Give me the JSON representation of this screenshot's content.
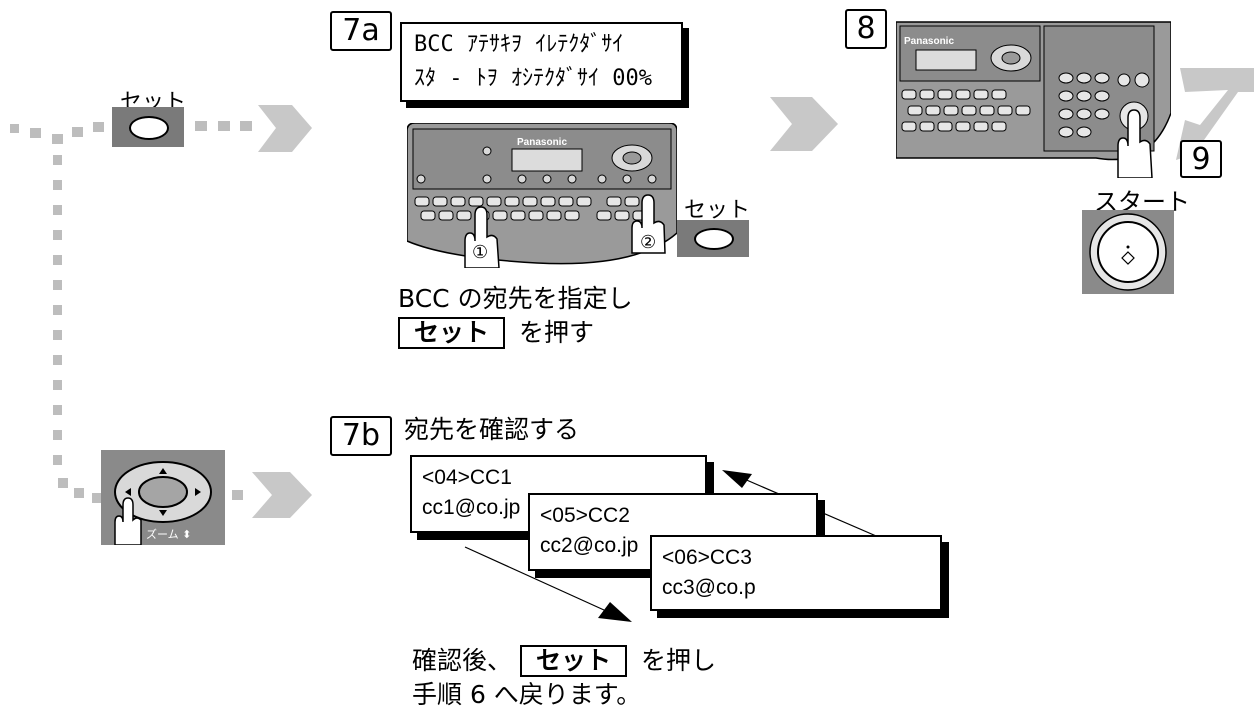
{
  "steps": {
    "s7a": "7a",
    "s7b": "7b",
    "s8": "8",
    "s9": "9"
  },
  "lcd_7a": {
    "line1": "BCC ｱﾃｻｷｦ ｲﾚﾃｸﾀﾞｻｲ",
    "line2": "ｽﾀ - ﾄｦ ｵｼﾃｸﾀﾞｻｲ 00%"
  },
  "set_label_left": "セット",
  "set_label_7a": "セット",
  "start_label": "スタート",
  "panel_brand": "Panasonic",
  "zoom_label": "ズーム",
  "circle1": "①",
  "circle2": "②",
  "instr_7a": {
    "line1": "BCC の宛先を指定し",
    "key": "セット",
    "line2_suffix": "を押す"
  },
  "instr_7b_title": "宛先を確認する",
  "cards": [
    {
      "line1": "<04>CC1",
      "line2": "cc1@co.jp"
    },
    {
      "line1": "<05>CC2",
      "line2": "cc2@co.jp"
    },
    {
      "line1": "<06>CC3",
      "line2": "cc3@co.p"
    }
  ],
  "instr_bottom": {
    "prefix": "確認後、",
    "key": "セット",
    "suffix": "を押し",
    "line2": "手順 6 へ戻ります。"
  },
  "colors": {
    "arrow_gray": "#c8c8c8",
    "dot_gray": "#bdbdbd",
    "button_gray": "#7a7a7a",
    "panel_gray": "#9a9a9a"
  }
}
